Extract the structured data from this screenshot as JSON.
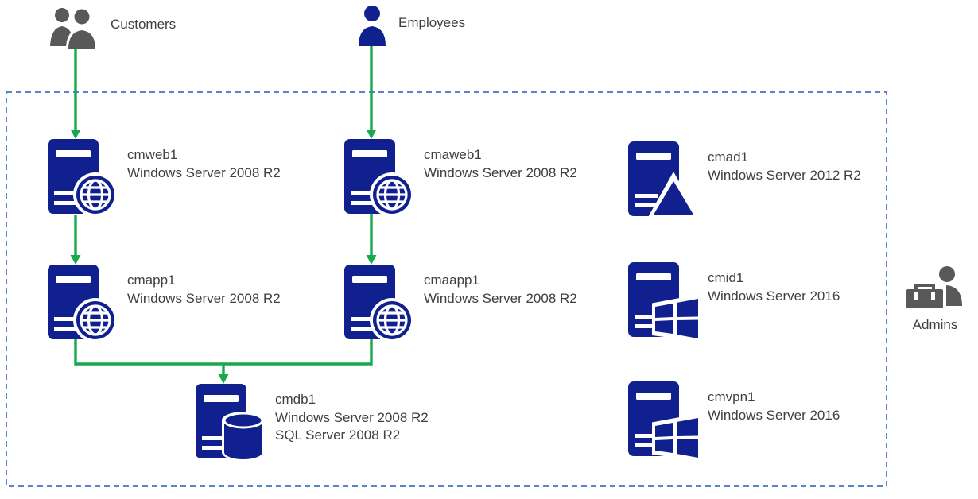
{
  "colors": {
    "blue": "#10218F",
    "gray": "#595959",
    "green": "#17A94C",
    "border": "#4472C4",
    "text": "#3F3F3F"
  },
  "actors": {
    "customers": {
      "label": "Customers",
      "icon": "people-icon"
    },
    "employees": {
      "label": "Employees",
      "icon": "person-icon"
    },
    "admins": {
      "label": "Admins",
      "icon": "person-toolbox-icon"
    }
  },
  "servers": [
    {
      "name": "cmweb1",
      "os": "Windows Server 2008 R2",
      "icon": "server-globe-icon"
    },
    {
      "name": "cmaweb1",
      "os": "Windows Server 2008 R2",
      "icon": "server-globe-icon"
    },
    {
      "name": "cmad1",
      "os": "Windows Server 2012 R2",
      "icon": "server-triangle-icon"
    },
    {
      "name": "cmapp1",
      "os": "Windows Server 2008 R2",
      "icon": "server-globe-icon"
    },
    {
      "name": "cmaapp1",
      "os": "Windows Server 2008 R2",
      "icon": "server-globe-icon"
    },
    {
      "name": "cmid1",
      "os": "Windows Server 2016",
      "icon": "server-windows-icon"
    },
    {
      "name": "cmdb1",
      "os": "Windows Server 2008 R2",
      "os2": "SQL Server 2008 R2",
      "icon": "server-database-icon"
    },
    {
      "name": "cmvpn1",
      "os": "Windows Server 2016",
      "icon": "server-windows-icon"
    }
  ],
  "connections": [
    {
      "from": "Customers",
      "to": "cmweb1"
    },
    {
      "from": "Employees",
      "to": "cmaweb1"
    },
    {
      "from": "cmweb1",
      "to": "cmapp1"
    },
    {
      "from": "cmaweb1",
      "to": "cmaapp1"
    },
    {
      "from": "cmapp1",
      "to": "cmdb1"
    },
    {
      "from": "cmaapp1",
      "to": "cmdb1"
    }
  ]
}
